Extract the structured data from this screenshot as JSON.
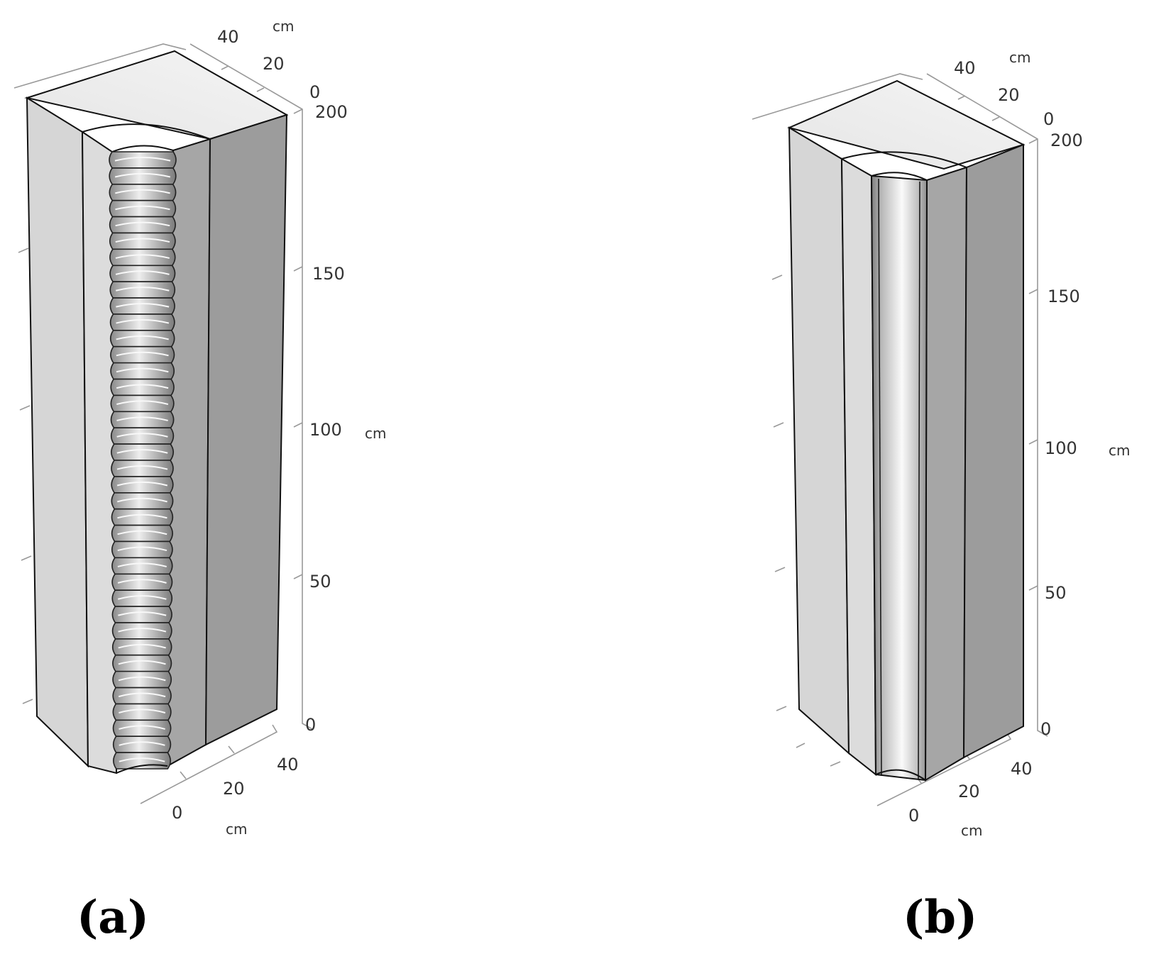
{
  "figure": {
    "panels": [
      {
        "label": "(a)",
        "z_ticks": [
          "0",
          "50",
          "100",
          "150",
          "200"
        ],
        "z_unit": "cm",
        "top_ticks": [
          "40",
          "20",
          "0"
        ],
        "top_unit": "cm",
        "bottom_ticks": [
          "0",
          "20",
          "40"
        ],
        "bottom_unit": "cm",
        "inner_surface": "corrugated"
      },
      {
        "label": "(b)",
        "z_ticks": [
          "0",
          "50",
          "100",
          "150",
          "200"
        ],
        "z_unit": "cm",
        "top_ticks": [
          "40",
          "20",
          "0"
        ],
        "top_unit": "cm",
        "bottom_ticks": [
          "0",
          "20",
          "40"
        ],
        "bottom_unit": "cm",
        "inner_surface": "smooth"
      }
    ]
  },
  "colors": {
    "top_face": "#ededed",
    "left_face": "#d6d6d6",
    "right_face": "#9c9c9c",
    "edge": "#111111",
    "axis": "#999999"
  }
}
